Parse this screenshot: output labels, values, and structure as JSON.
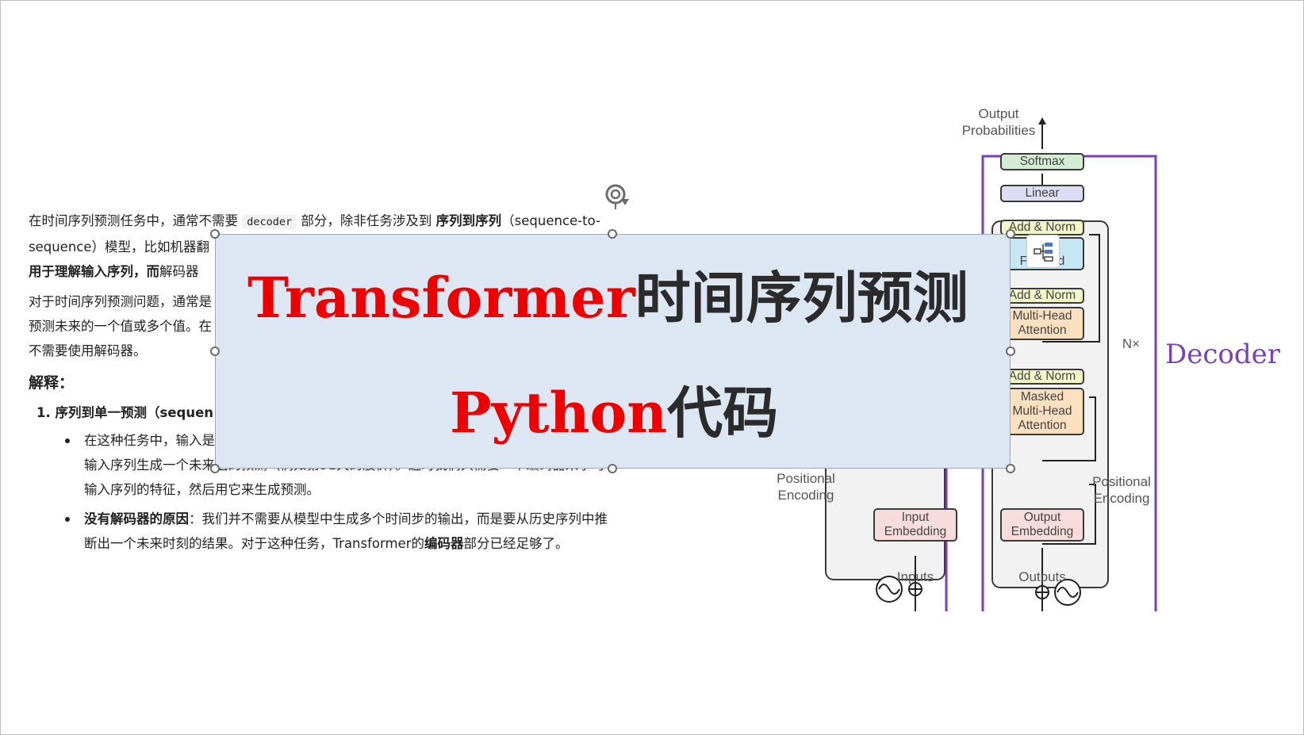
{
  "document": {
    "p1": {
      "a": "在时间序列预测任务中，通常不需要 ",
      "code": "decoder",
      "b": " 部分，除非任务涉及到 ",
      "bold1": "序列到序列",
      "c": "（sequence-to-",
      "line2": "sequence）模型，比如机器翻",
      "line3_bold": "用于理解输入序列，而",
      "line3_rest": "解码器"
    },
    "p2": {
      "line1": "对于时间序列预测问题，通常是",
      "line2": "预测未来的一个值或多个值。在",
      "line3": "不需要使用解码器。"
    },
    "heading": "解释：",
    "list_item1": "1.  序列到单一预测（sequen",
    "bullet1": {
      "line1": "在这种任务中，输入是",
      "line2": "输入序列生成一个未来值的预测（例如第31天的股价）。这时我们只需要一个编码器来学习",
      "line3": "输入序列的特征，然后用它来生成预测。"
    },
    "bullet2": {
      "bold": "没有解码器的原因",
      "a": "：我们并不需要从模型中生成多个时间步的输出，而是要从历史序列中推",
      "b": "断出一个未来时刻的结果。对于这种任务，Transformer的",
      "bold2": "编码器",
      "c": "部分已经足够了。"
    }
  },
  "diagram": {
    "output_probabilities": "Output\nProbabilities",
    "softmax": "Softmax",
    "linear": "Linear",
    "add_norm_top": "Add & Norm",
    "feed_forward": "Forward",
    "add_norm_mid": "Add & Norm",
    "multi_head": "Multi-Head\nAttention",
    "add_norm_low": "Add & Norm",
    "masked_multi_head": "Masked\nMulti-Head\nAttention",
    "nx": "N×",
    "decoder_label": "Decoder",
    "positional_encoding_left": "Positional\nEncoding",
    "positional_encoding_right": "Positional\nEncoding",
    "input_embedding": "Input\nEmbedding",
    "output_embedding": "Output\nEmbedding",
    "inputs": "Inputs",
    "outputs": "Outputs"
  },
  "title": {
    "line1_red": "Transformer",
    "line1_dark": "时间序列预测",
    "line2_red": "Python",
    "line2_dark": "代码"
  },
  "colors": {
    "title_red": "#ee0000",
    "title_bg": "#dde7f3",
    "decoder_purple": "#7a3fbf",
    "softmax_green": "#d4ecd4",
    "linear_blue": "#dcdcf2",
    "add_norm_yellow": "#f3f6c6",
    "attention_orange": "#fbe0c0",
    "feed_forward_blue": "#c6e6f3",
    "embedding_pink": "#f7dcdc"
  }
}
